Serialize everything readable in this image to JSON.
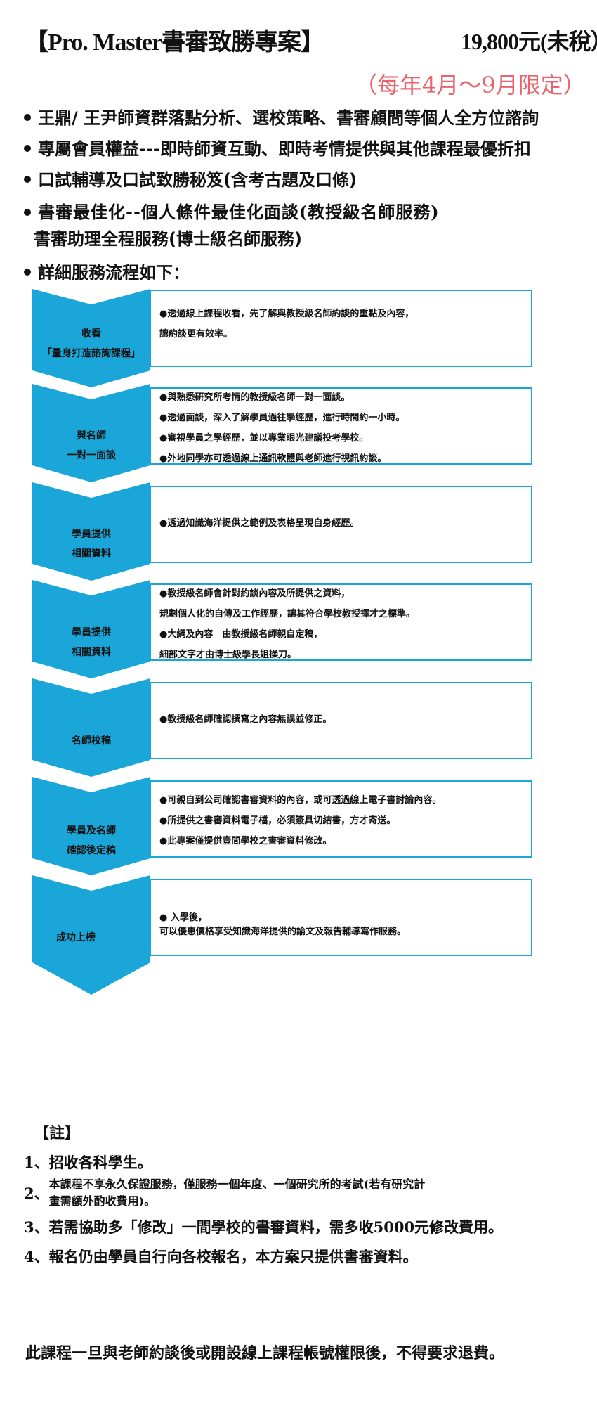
{
  "header": {
    "title": "【Pro. Master書審致勝專案】",
    "price": "19,800元(未稅）",
    "season": "（每年4月～9月限定）"
  },
  "bullets": [
    "王鼎/ 王尹師資群落點分析、選校策略、書審顧問等個人全方位諮詢",
    "專屬會員權益---即時師資互動、即時考情提供與其他課程最優折扣",
    "口試輔導及口試致勝秘笈(含考古題及口條)",
    "書審最佳化--個人條件最佳化面談(教授級名師服務)",
    "書審助理全程服務(博士級名師服務)",
    "詳細服務流程如下："
  ],
  "steps": [
    {
      "label": [
        "收看",
        "「量身打造諮詢課程」"
      ],
      "lines": [
        "●透過線上課程收看，先了解與教授級名師約談的重點及內容，",
        "讓約談更有效率。"
      ]
    },
    {
      "label": [
        "與名師",
        "一對一面談"
      ],
      "lines": [
        "●與熟悉研究所考情的教授級名師一對一面談。",
        "●透過面談，深入了解學員過往學經歷，進行時間約一小時。",
        "●審視學員之學經歷，並以專業眼光建議投考學校。",
        "●外地同學亦可透過線上通訊軟體與老師進行視訊約談。"
      ]
    },
    {
      "label": [
        "學員提供",
        "相關資料"
      ],
      "lines": [
        "●透過知識海洋提供之範例及表格呈現自身經歷。"
      ]
    },
    {
      "label": [
        "學員提供",
        "相關資料"
      ],
      "lines": [
        "●教授級名師會針對約談內容及所提供之資料，",
        "規劃個人化的自傳及工作經歷，讓其符合學校教授擇才之標準。",
        "●大綱及內容　由教授級名師親自定稿，",
        "細部文字才由博士級學長姐操刀。"
      ]
    },
    {
      "label": [
        "名師校稿"
      ],
      "lines": [
        "●教授級名師確認撰寫之內容無誤並修正。"
      ]
    },
    {
      "label": [
        "學員及名師",
        "確認後定稿"
      ],
      "lines": [
        "●可親自到公司確認書審資料的內容，或可透過線上電子書討論內容。",
        "●所提供之書審資料電子檔，必須簽具切結書，方才寄送。",
        "●此專案僅提供壹間學校之書審資料修改。"
      ]
    },
    {
      "label": [
        "成功上榜"
      ],
      "lines": [
        "● 入學後，",
        "可以優惠價格享受知識海洋提供的論文及報告輔導寫作服務。"
      ]
    }
  ],
  "notes": {
    "title": "【註】",
    "items": [
      "1、招收各科學生。",
      "2、",
      "本課程不享永久保證服務，僅服務一個年度、一個研究所的考試(若有研究計",
      "畫需額外酌收費用)。",
      "3、若需協助多「修改」一間學校的書審資料，需多收5000元修改費用。",
      "4、報名仍由學員自行向各校報名，本方案只提供書審資料。"
    ]
  },
  "footer": "此課程一旦與老師約談後或開設線上課程帳號權限後，不得要求退費。",
  "colors": {
    "accent": "#1aa6d8",
    "season": "#e8646e"
  }
}
